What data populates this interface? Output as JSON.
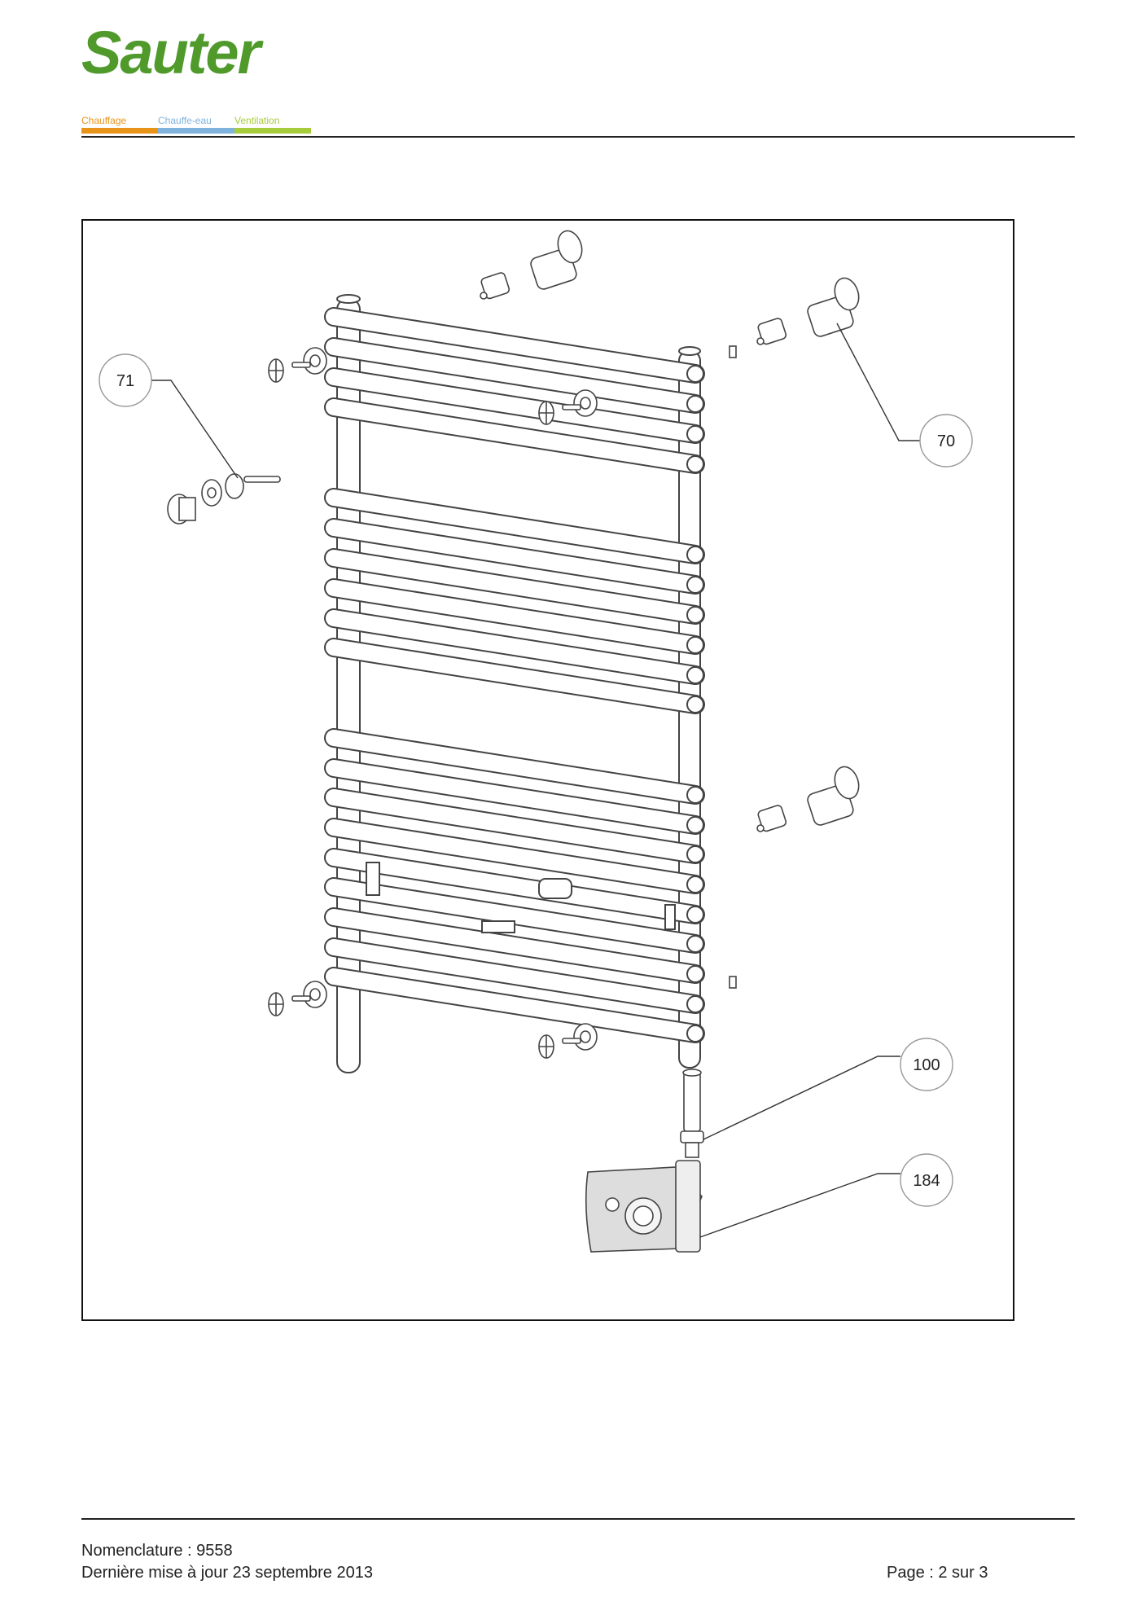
{
  "header": {
    "brand": "Sauter",
    "categories": [
      {
        "label": "Chauffage",
        "color": "#e8941a"
      },
      {
        "label": "Chauffe-eau",
        "color": "#7fb2dd"
      },
      {
        "label": "Ventilation",
        "color": "#a6cc3c"
      }
    ]
  },
  "figure": {
    "callouts": [
      "71",
      "70",
      "100",
      "184"
    ]
  },
  "footer": {
    "nomenclature": "Nomenclature : 9558",
    "updated": "Dernière mise à jour 23 septembre 2013",
    "page": "Page : 2 sur 3"
  }
}
